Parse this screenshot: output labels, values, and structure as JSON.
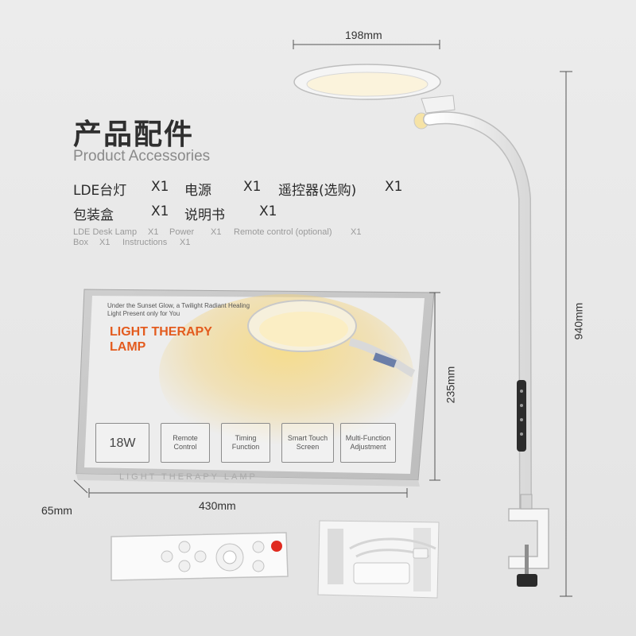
{
  "heading": {
    "title_cn": "产品配件",
    "title_en": "Product Accessories"
  },
  "accessories_cn": [
    {
      "name": "LDE台灯",
      "qty": "X1"
    },
    {
      "name": "电源",
      "qty": "X1"
    },
    {
      "name": "遥控器(选购)",
      "qty": "X1"
    },
    {
      "name": "包装盒",
      "qty": "X1"
    },
    {
      "name": "说明书",
      "qty": "X1"
    }
  ],
  "accessories_en": [
    {
      "name": "LDE Desk Lamp",
      "qty": "X1"
    },
    {
      "name": "Power",
      "qty": "X1"
    },
    {
      "name": "Remote control (optional)",
      "qty": "X1"
    },
    {
      "name": "Box",
      "qty": "X1"
    },
    {
      "name": "Instructions",
      "qty": "X1"
    }
  ],
  "dimensions": {
    "lamp_head_width": "198mm",
    "lamp_height": "940mm",
    "box_height": "235mm",
    "box_length": "430mm",
    "box_depth": "65mm"
  },
  "box": {
    "tagline": "Under the Sunset Glow, a Twilight Radiant Healing Light Present only for You",
    "title": "LIGHT THERAPY LAMP",
    "side_text": "LIGHT THERAPY LAMP",
    "features": [
      "18W",
      "Remote Control",
      "Timing Function",
      "Smart Touch Screen",
      "Multi-Function Adjustment"
    ],
    "title_color": "#e35b1e"
  },
  "colors": {
    "background": "#e6e6e6",
    "product": "#ffffff",
    "warm_light": "#f3d27a"
  }
}
